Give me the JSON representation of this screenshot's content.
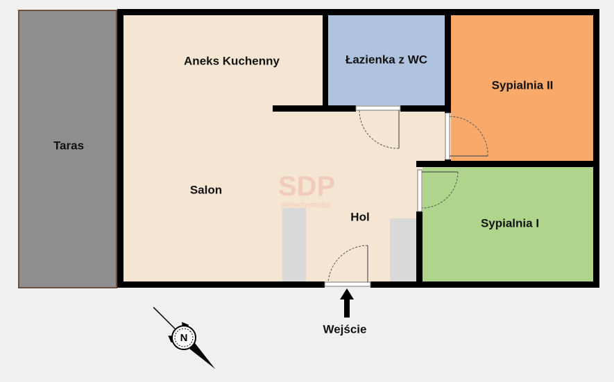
{
  "rooms": {
    "taras": "Taras",
    "aneks": "Aneks Kuchenny",
    "lazienka": "Łazienka z WC",
    "sypialnia2": "Sypialnia II",
    "salon": "Salon",
    "hol": "Hol",
    "sypialnia1": "Sypialnia I"
  },
  "entrance": "Wejście",
  "watermark": {
    "brand": "SDP",
    "sub": "nieruchomości"
  },
  "compass": {
    "letter": "N",
    "icon": "compass-rose-icon"
  },
  "colors": {
    "taras": "#8e8e8e",
    "living": "#f4e6d3",
    "bathroom": "#afc3df",
    "bedroom2": "#f9a96a",
    "bedroom1": "#aed58b",
    "walls": "#000000",
    "fixtures": "#d9d9d9"
  }
}
